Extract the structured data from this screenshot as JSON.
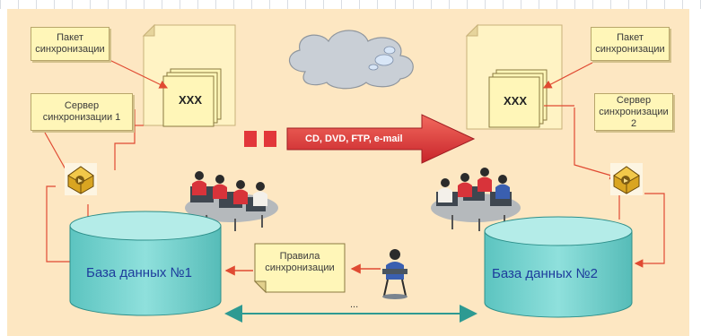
{
  "sync_packet_label": "Пакет синхронизации",
  "sync_server_left_label": "Сервер синхронизации 1",
  "sync_server_right_label": "Сервер синхронизации 2",
  "document_left_text": "XXX",
  "document_right_text": "XXX",
  "transport_label": "CD, DVD, FTP, e-mail",
  "database_left_label": "База данных №1",
  "database_right_label": "База данных №2",
  "sync_rules_label": "Правила синхронизации",
  "ellipsis": "...",
  "colors": {
    "panel_bg": "#fde7c2",
    "note_bg": "#fff6b8",
    "doc_bg": "#fff3c4",
    "db_fill": "#7fd6d2",
    "db_top": "#b4ece8",
    "arrow_red": "#e2373a",
    "connector_red": "#e04a32",
    "db_text": "#1d3c9c",
    "bidirectional_arrow": "#2e9a92"
  },
  "icons": [
    "cloud-icon",
    "server-package-icon",
    "users-workstations-icon",
    "user-workstation-icon"
  ]
}
